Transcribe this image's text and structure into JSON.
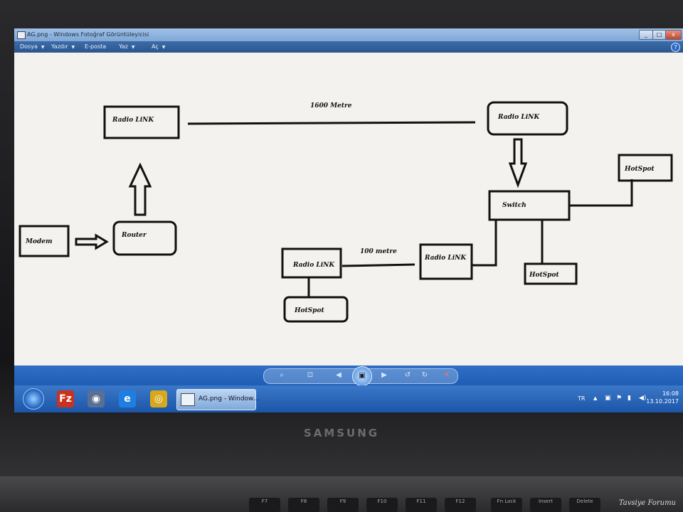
{
  "window": {
    "title": "AG.png - Windows Fotoğraf Görüntüleyicisi",
    "controls": {
      "minimize": "_",
      "maximize": "□",
      "close": "x"
    }
  },
  "menu": {
    "items": [
      {
        "label": "Dosya"
      },
      {
        "label": "Yazdır"
      },
      {
        "label": "E-posta"
      },
      {
        "label": "Yaz"
      },
      {
        "label": "Aç"
      }
    ],
    "help": "?"
  },
  "diagram": {
    "modem": "Modem",
    "router": "Router",
    "radio_link_left": "Radio LiNK",
    "distance_long": "1600 Metre",
    "radio_link_top_right": "Radio LiNK",
    "switch": "Switch",
    "hotspot_right": "HotSpot",
    "hotspot_bottom_right": "HotSpot",
    "radio_link_mid": "Radio LiNK",
    "distance_short": "100 metre",
    "radio_link_bottom": "Radio LiNK",
    "hotspot_bottom_left": "HotSpot"
  },
  "viewer_toolbar": {
    "zoom": "⌕",
    "fit": "⊡",
    "prev": "◀",
    "slideshow": "▣",
    "next": "▶",
    "rotate_left": "↺",
    "rotate_right": "↻",
    "delete": "✕"
  },
  "taskbar": {
    "active_window": "AG.png - Window...",
    "apps": [
      {
        "name": "filezilla-icon",
        "glyph": "Fz",
        "color": "#c8321e"
      },
      {
        "name": "network-globe-icon",
        "glyph": "◉",
        "color": "#5a6f96"
      },
      {
        "name": "internet-explorer-icon",
        "glyph": "e",
        "color": "#1f7fe0"
      },
      {
        "name": "chrome-icon",
        "glyph": "◎",
        "color": "#d8a81c"
      }
    ],
    "language": "TR",
    "time": "16:08",
    "date": "13.10.2017"
  },
  "laptop": {
    "brand": "SAMSUNG",
    "keys": [
      "F7",
      "F8",
      "F9",
      "F10",
      "F11",
      "F12",
      "Fn Lock",
      "Insert",
      "Delete"
    ]
  },
  "watermark": "Tavsiye Forumu"
}
